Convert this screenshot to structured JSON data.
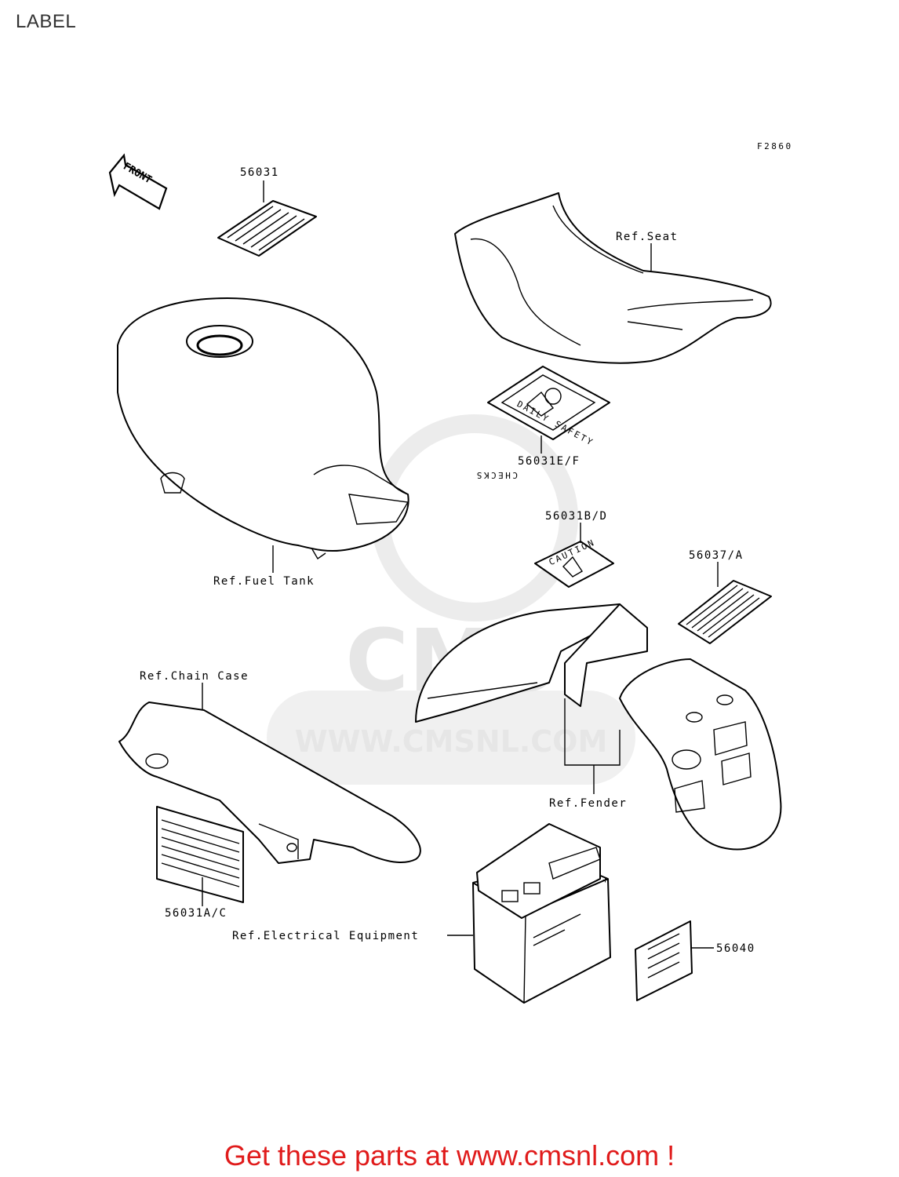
{
  "page": {
    "title": "LABEL",
    "figure_code": "F2860",
    "footer": "Get these parts at www.cmsnl.com !"
  },
  "watermark": {
    "brand": "CMS",
    "url": "WWW.CMSNL.COM"
  },
  "arrow": {
    "label": "FRONT"
  },
  "callouts": {
    "label_56031": "56031",
    "ref_seat": "Ref.Seat",
    "label_56031ef": "56031E/F",
    "label_56031bd": "56031B/D",
    "label_56037a": "56037/A",
    "ref_fuel_tank": "Ref.Fuel Tank",
    "ref_chain_case": "Ref.Chain Case",
    "ref_fender": "Ref.Fender",
    "label_56031ac": "56031A/C",
    "ref_electrical": "Ref.Electrical Equipment",
    "label_56040": "56040"
  },
  "decal_text": {
    "daily_safety": "DAILY SAFETY",
    "checks": "CHECKS",
    "caution": "CAUTION"
  }
}
